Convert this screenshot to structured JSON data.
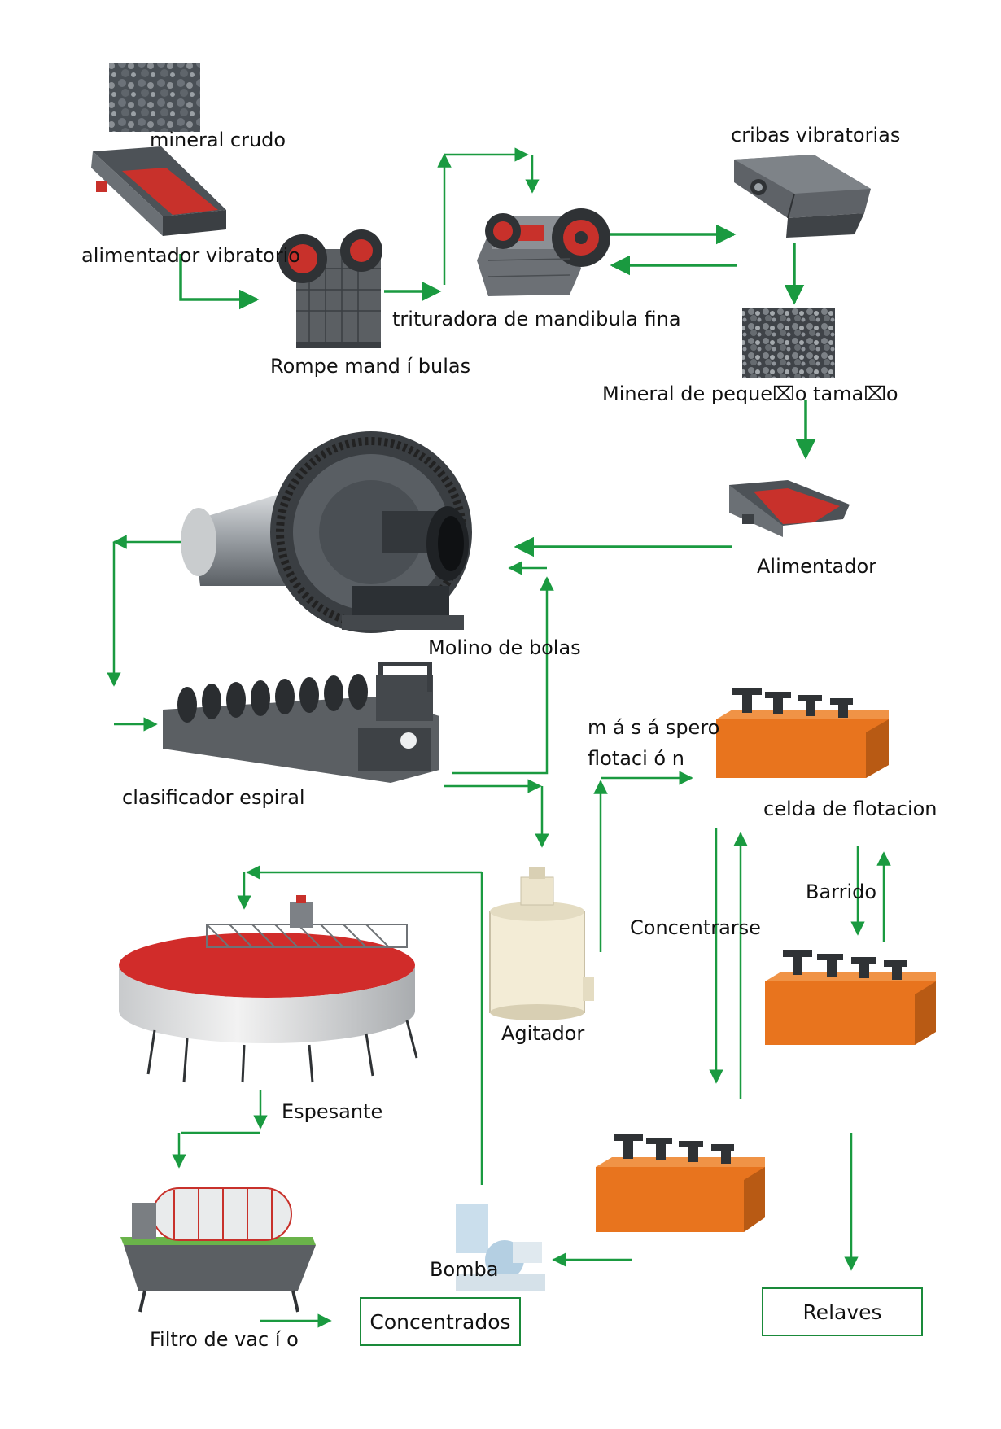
{
  "labels": {
    "raw_ore": "mineral crudo",
    "vibrating_feeder": "alimentador vibratorio",
    "jaw_crusher": "Rompe mand í bulas",
    "fine_jaw_crusher": "trituradora de mandibula fina",
    "vibrating_screen": "cribas vibratorias",
    "small_ore": "Mineral de peque⌧o tama⌧o",
    "feeder": "Alimentador",
    "ball_mill": "Molino de bolas",
    "spiral_classifier": "clasificador espiral",
    "rougher_line1": "m á s  á spero",
    "rougher_line2": "flotaci ó n",
    "flotation_cell": "celda de flotacion",
    "scavenging": "Barrido",
    "cleaning": "Concentrarse",
    "agitator": "Agitador",
    "thickener": "Espesante",
    "pump": "Bomba",
    "vacuum_filter": "Filtro de vac í o",
    "concentrates": "Concentrados",
    "tailings": "Relaves"
  },
  "colors": {
    "arrow": "#1a9a40",
    "machine_gray": "#5b5f63",
    "machine_red": "#c8312b",
    "flotation_orange": "#e8741e",
    "agitator_cream": "#f3ecd6"
  }
}
